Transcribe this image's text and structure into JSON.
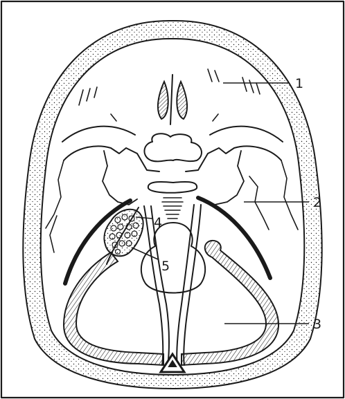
{
  "labels": {
    "l1": "1",
    "l2": "2",
    "l3": "3",
    "l4": "4",
    "l5": "5"
  },
  "colors": {
    "ink": "#1a1a1a",
    "paper": "#ffffff",
    "dura": "#ffffff"
  }
}
